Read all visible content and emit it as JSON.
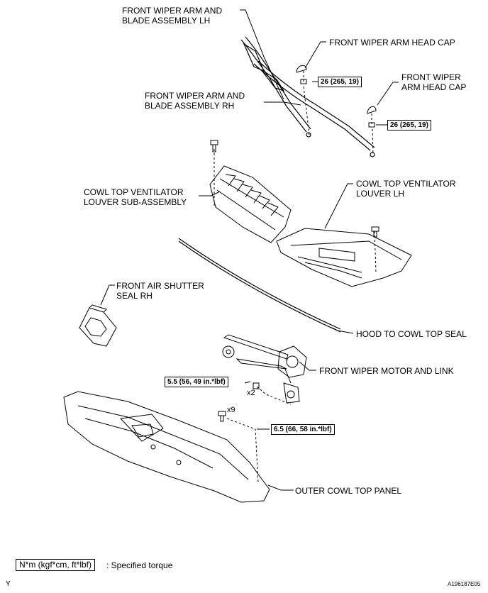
{
  "labels": {
    "wiper_arm_lh": [
      "FRONT WIPER ARM AND",
      "BLADE ASSEMBLY LH"
    ],
    "head_cap_1": "FRONT WIPER ARM HEAD CAP",
    "head_cap_2": [
      "FRONT WIPER",
      "ARM HEAD CAP"
    ],
    "wiper_arm_rh": [
      "FRONT WIPER ARM AND",
      "BLADE ASSEMBLY RH"
    ],
    "louver_sub": [
      "COWL TOP VENTILATOR",
      "LOUVER SUB-ASSEMBLY"
    ],
    "louver_lh": [
      "COWL TOP VENTILATOR",
      "LOUVER LH"
    ],
    "air_shutter": [
      "FRONT AIR SHUTTER",
      "SEAL RH"
    ],
    "hood_seal": "HOOD TO COWL TOP SEAL",
    "wiper_motor": "FRONT WIPER MOTOR AND LINK",
    "outer_cowl": "OUTER COWL TOP PANEL"
  },
  "torques": {
    "arm_nut_1": "26 (265, 19)",
    "arm_nut_2": "26 (265, 19)",
    "motor_bolt": "5.5 (56, 49 in.*lbf)",
    "panel_bolt": "6.5 (66, 58 in.*lbf)"
  },
  "multipliers": {
    "motor_bolt": "x2",
    "panel_bolt": "x9"
  },
  "legend": {
    "box": "N*m (kgf*cm, ft*lbf)",
    "text": ": Specified torque"
  },
  "corner_letter": "Y",
  "figure_id": "A196187E05"
}
